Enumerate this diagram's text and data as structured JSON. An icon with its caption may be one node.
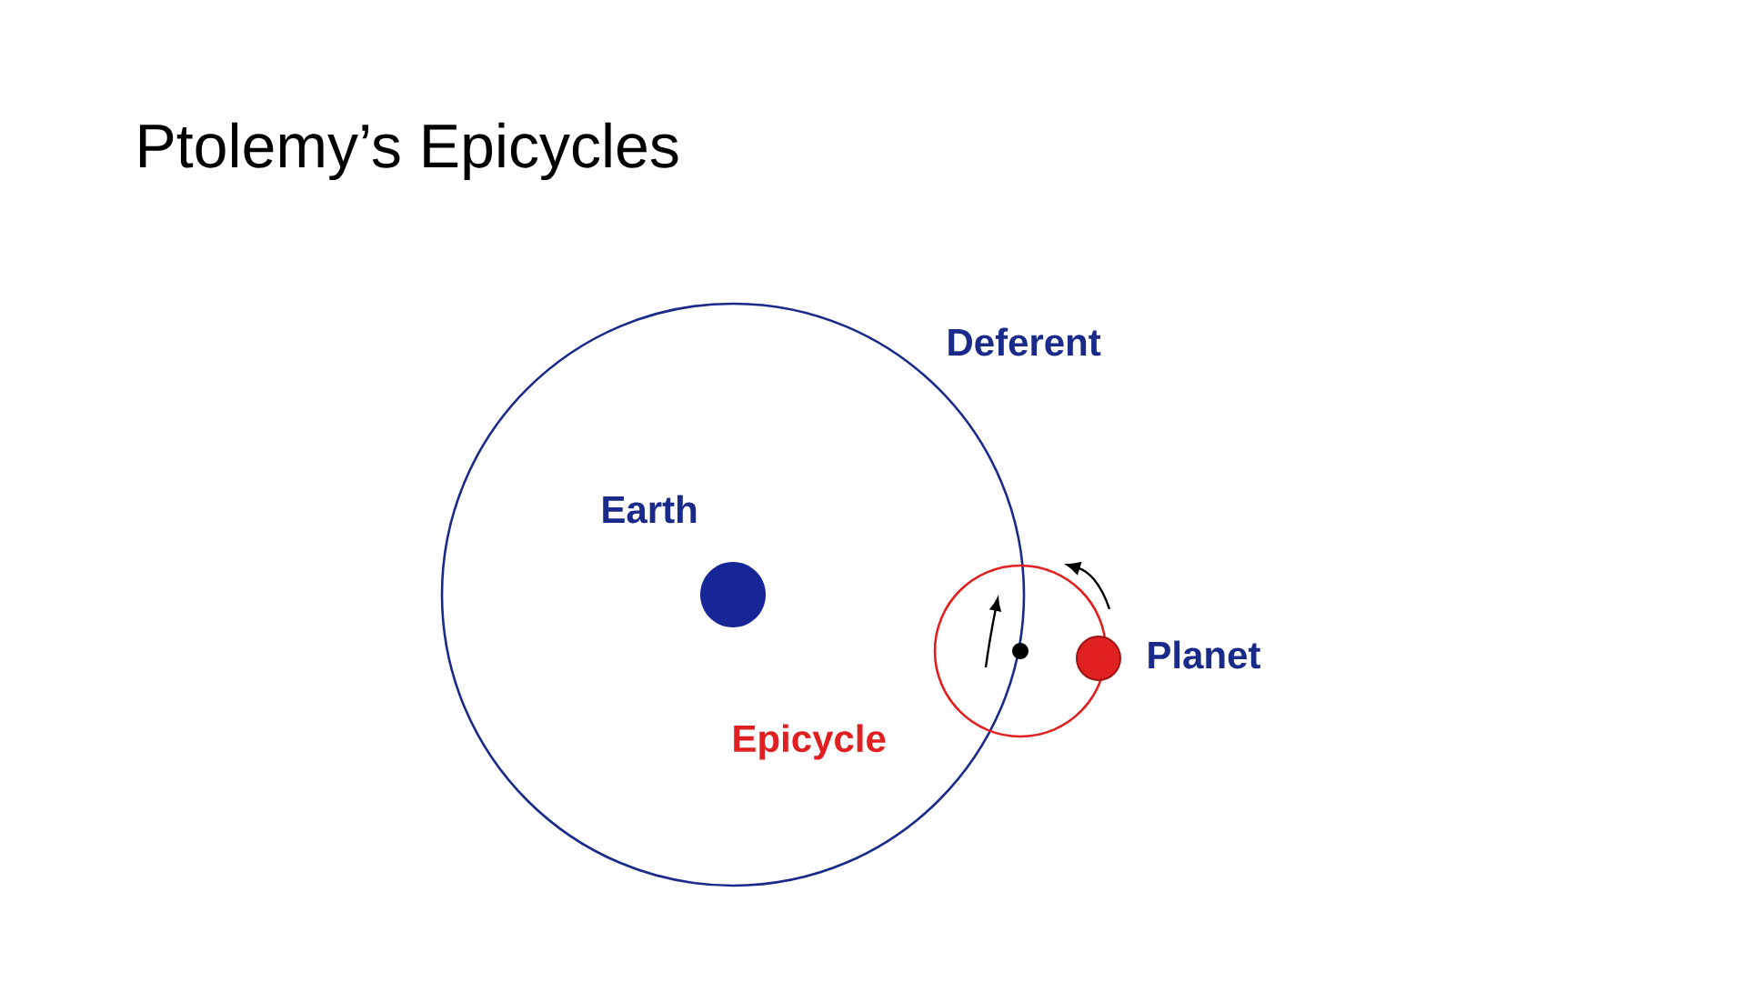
{
  "diagram": {
    "title": "Ptolemy’s Epicycles",
    "labels": [
      "Deferent",
      "Earth",
      "Planet",
      "Epicycle"
    ]
  }
}
